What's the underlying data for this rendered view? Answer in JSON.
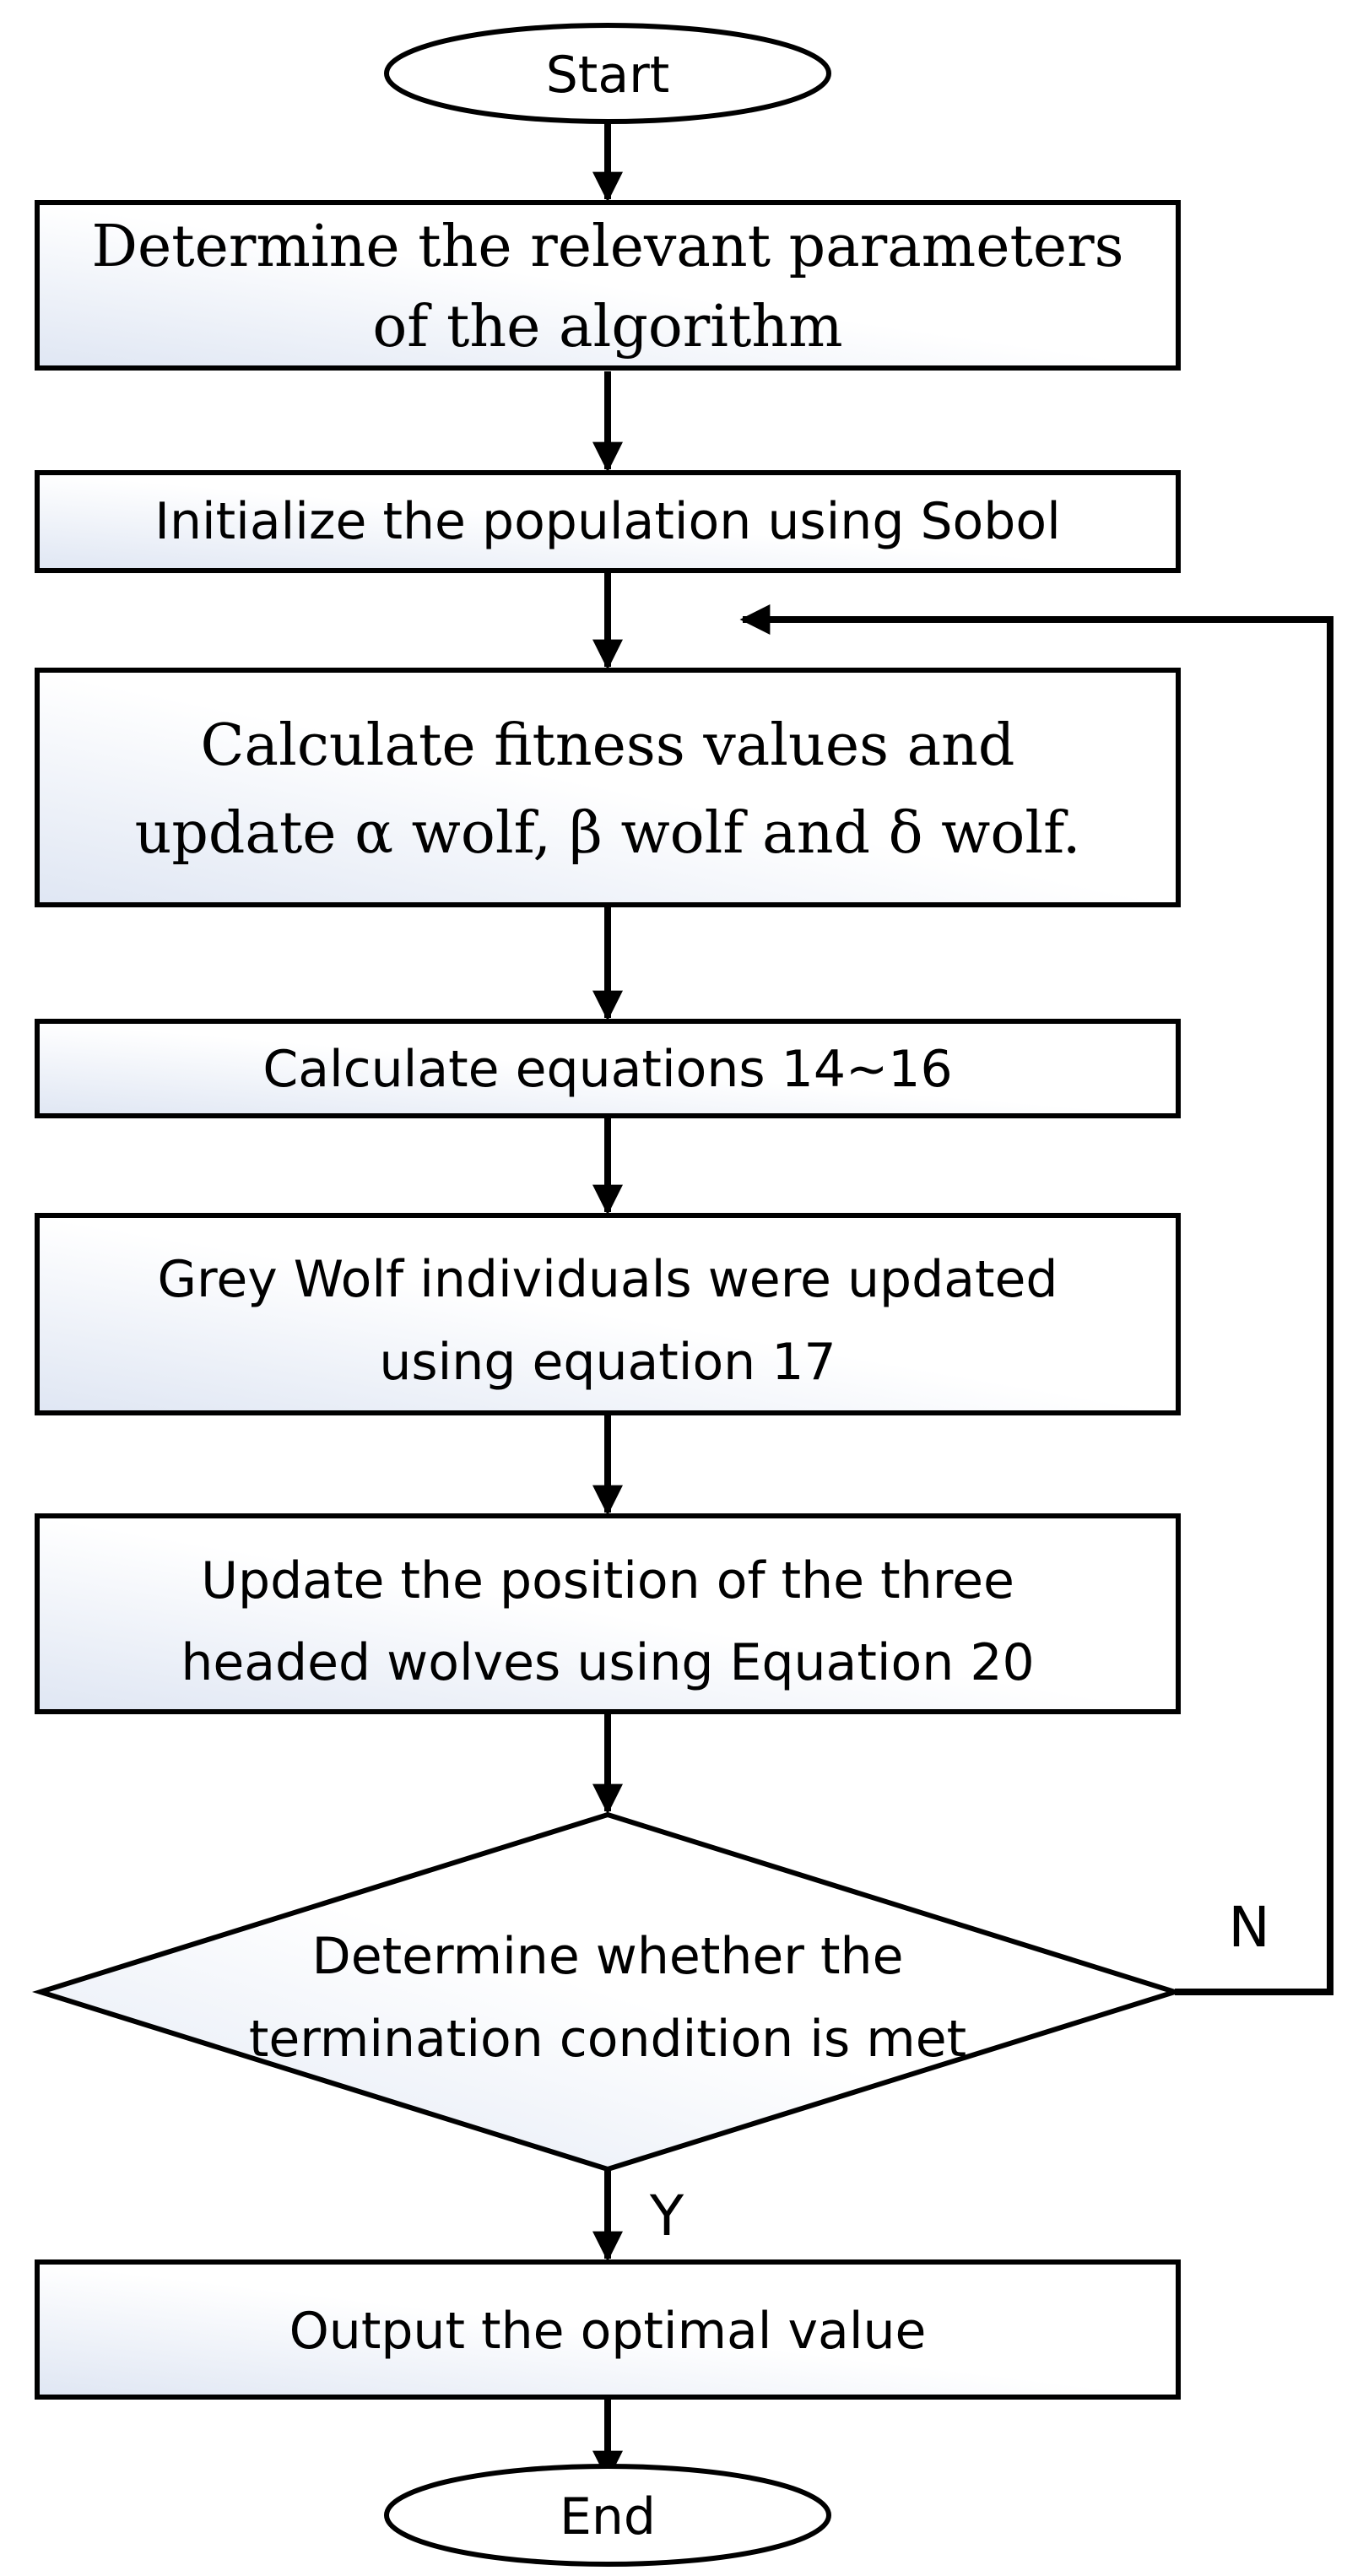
{
  "nodes": {
    "start": "Start",
    "params": [
      "Determine the relevant parameters",
      "of the algorithm"
    ],
    "init": "Initialize the population using Sobol",
    "fitness": [
      "Calculate fitness values and",
      "update α wolf, β wolf and δ wolf."
    ],
    "equations": "Calculate equations 14~16",
    "grey": [
      "Grey Wolf individuals were updated",
      "using equation 17"
    ],
    "update": [
      "Update the position of the three",
      "headed wolves using Equation 20"
    ],
    "decision": [
      "Determine whether the",
      "termination condition is met"
    ],
    "output": "Output the optimal value",
    "end": "End"
  },
  "labels": {
    "no": "N",
    "yes": "Y"
  }
}
